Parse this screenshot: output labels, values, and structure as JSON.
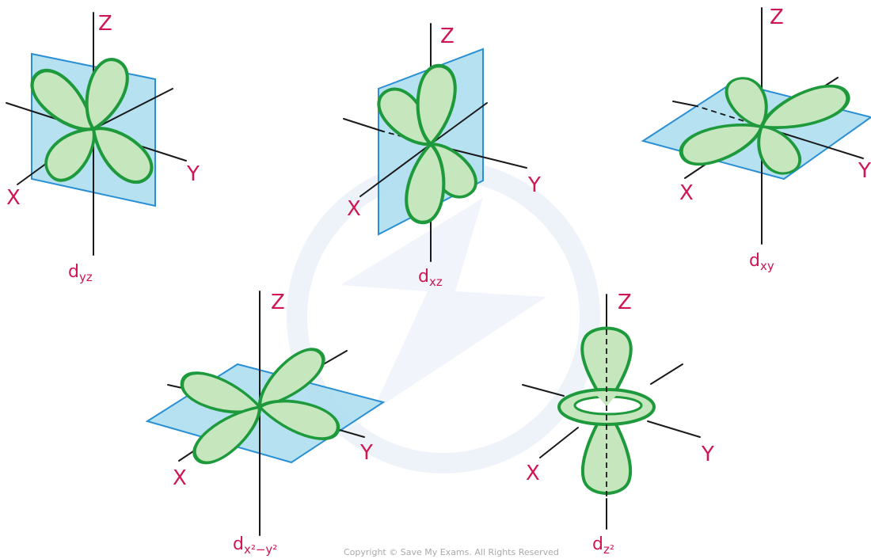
{
  "axis_labels": {
    "x": "X",
    "y": "Y",
    "z": "Z"
  },
  "orbitals": [
    {
      "name": "dyz",
      "main": "d",
      "sub": "yz"
    },
    {
      "name": "dxz",
      "main": "d",
      "sub": "xz"
    },
    {
      "name": "dxy",
      "main": "d",
      "sub": "xy"
    },
    {
      "name": "dx2-y2",
      "main": "d",
      "sub": "x²−y²"
    },
    {
      "name": "dz2",
      "main": "d",
      "sub": "z²"
    }
  ],
  "copyright": "Copyright © Save My Exams. All Rights Reserved",
  "colors": {
    "label": "#d01652",
    "lobe_fill": "#c6e7bd",
    "lobe_stroke": "#1e9a3c",
    "plane_fill": "#a9dcef",
    "plane_stroke": "#2b8fd3",
    "axis": "#1a1a1a"
  }
}
